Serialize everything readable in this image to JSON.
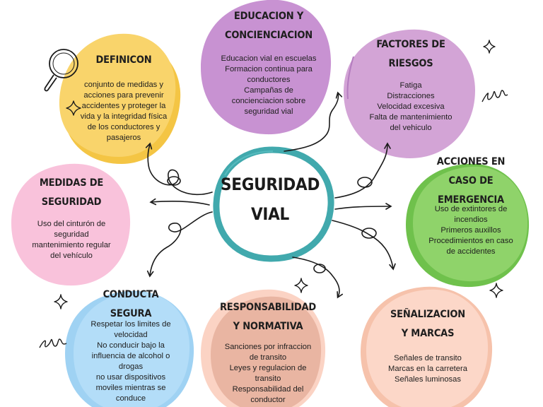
{
  "center": {
    "line1": "SEGURIDAD",
    "line2": "VIAL"
  },
  "nodes": {
    "definicion": {
      "title": [
        "DEFINICON"
      ],
      "items": [
        "conjunto de medidas y",
        "acciones para prevenir",
        "accidentes y proteger la",
        "vida y la integridad física",
        "de los conductores y",
        "pasajeros"
      ],
      "color": "#f9d46b"
    },
    "educacion": {
      "title": [
        "EDUCACION Y",
        "CONCIENCIACION"
      ],
      "items": [
        "Educacion vial en escuelas",
        "Formacion continua para",
        "conductores",
        "Campañas de",
        "concienciacion  sobre",
        "seguridad vial"
      ],
      "color": "#cc9ed4"
    },
    "factores": {
      "title": [
        "FACTORES DE",
        "RIESGOS"
      ],
      "items": [
        "Fatiga",
        "Distracciones",
        "Velocidad excesiva",
        "Falta de mantenimiento",
        "del vehiculo"
      ],
      "color": "#d3a4d6"
    },
    "medidas": {
      "title": [
        "MEDIDAS DE",
        "SEGURIDAD"
      ],
      "items": [
        "Uso del cinturón de",
        "seguridad",
        "mantenimiento regular",
        "del vehículo"
      ],
      "color": "#f9c2db"
    },
    "acciones": {
      "title": [
        "ACCIONES EN",
        "CASO DE",
        "EMERGENCIA"
      ],
      "items": [
        "Uso de extintores de",
        "incendios",
        "Primeros auxillos",
        "Procedimientos en caso",
        "de accidentes"
      ],
      "color": "#8fd36a"
    },
    "conducta": {
      "title": [
        "CONDUCTA",
        "SEGURA"
      ],
      "items": [
        "Respetar los limites de",
        "velocidad",
        "No conducir bajo la",
        "influencia de alcohol o",
        "drogas",
        "no usar dispositivos",
        "moviles mientras se",
        "conduce"
      ],
      "color": "#b3ddf8"
    },
    "responsabilidad": {
      "title": [
        "RESPONSABILIDAD",
        "Y NORMATIVA"
      ],
      "items": [
        "Sanciones por infraccion",
        "de transito",
        "Leyes y regulacion de",
        "transito",
        "Responsabilidad del",
        "conductor"
      ],
      "color": "#e9b5a2"
    },
    "senalizacion": {
      "title": [
        "SEÑALIZACION",
        "Y MARCAS"
      ],
      "items": [
        "Señales de transito",
        "Marcas en la carretera",
        "Señales luminosas"
      ],
      "color": "#fcd7c8"
    }
  },
  "center_ring_color": "#41a9ad"
}
